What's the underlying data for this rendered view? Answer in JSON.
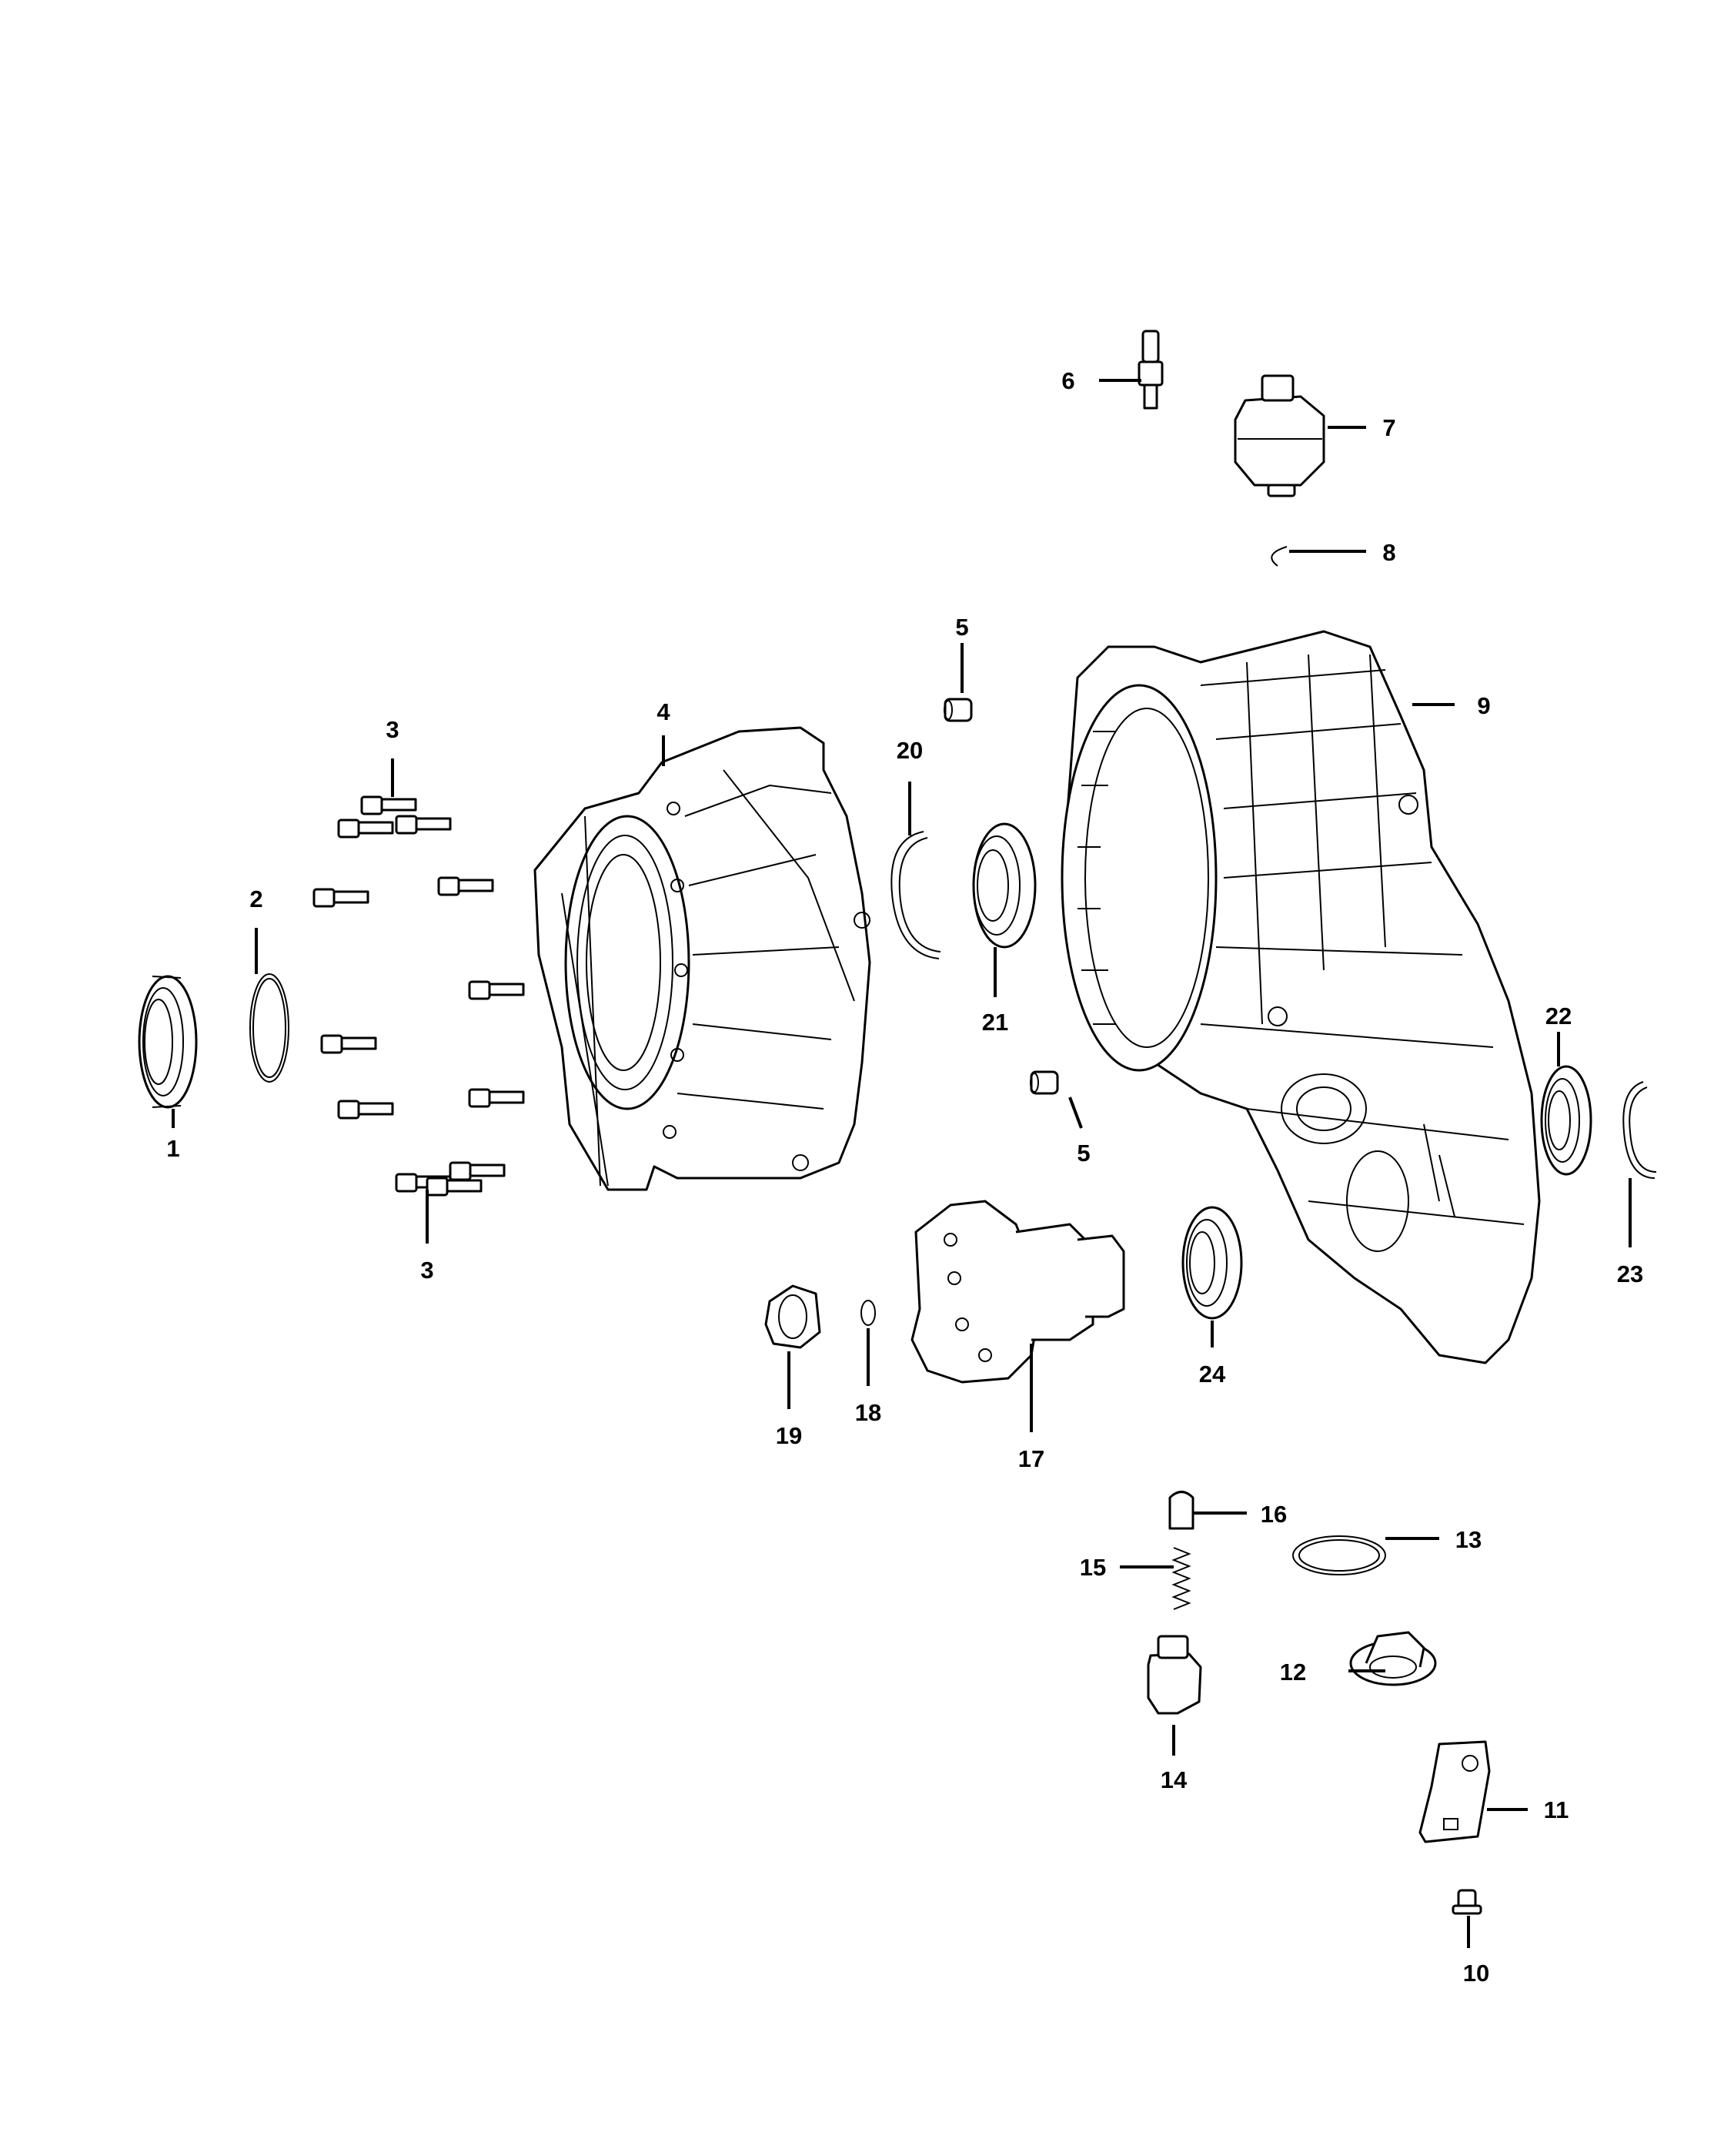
{
  "diagram": {
    "type": "exploded-parts-diagram",
    "callouts": [
      {
        "id": "c1",
        "label": "1"
      },
      {
        "id": "c2",
        "label": "2"
      },
      {
        "id": "c3a",
        "label": "3"
      },
      {
        "id": "c3b",
        "label": "3"
      },
      {
        "id": "c4",
        "label": "4"
      },
      {
        "id": "c5a",
        "label": "5"
      },
      {
        "id": "c5b",
        "label": "5"
      },
      {
        "id": "c6",
        "label": "6"
      },
      {
        "id": "c7",
        "label": "7"
      },
      {
        "id": "c8",
        "label": "8"
      },
      {
        "id": "c9",
        "label": "9"
      },
      {
        "id": "c10",
        "label": "10"
      },
      {
        "id": "c11",
        "label": "11"
      },
      {
        "id": "c12",
        "label": "12"
      },
      {
        "id": "c13",
        "label": "13"
      },
      {
        "id": "c14",
        "label": "14"
      },
      {
        "id": "c15",
        "label": "15"
      },
      {
        "id": "c16",
        "label": "16"
      },
      {
        "id": "c17",
        "label": "17"
      },
      {
        "id": "c18",
        "label": "18"
      },
      {
        "id": "c19",
        "label": "19"
      },
      {
        "id": "c20",
        "label": "20"
      },
      {
        "id": "c21",
        "label": "21"
      },
      {
        "id": "c22",
        "label": "22"
      },
      {
        "id": "c23",
        "label": "23"
      },
      {
        "id": "c24",
        "label": "24"
      }
    ]
  }
}
